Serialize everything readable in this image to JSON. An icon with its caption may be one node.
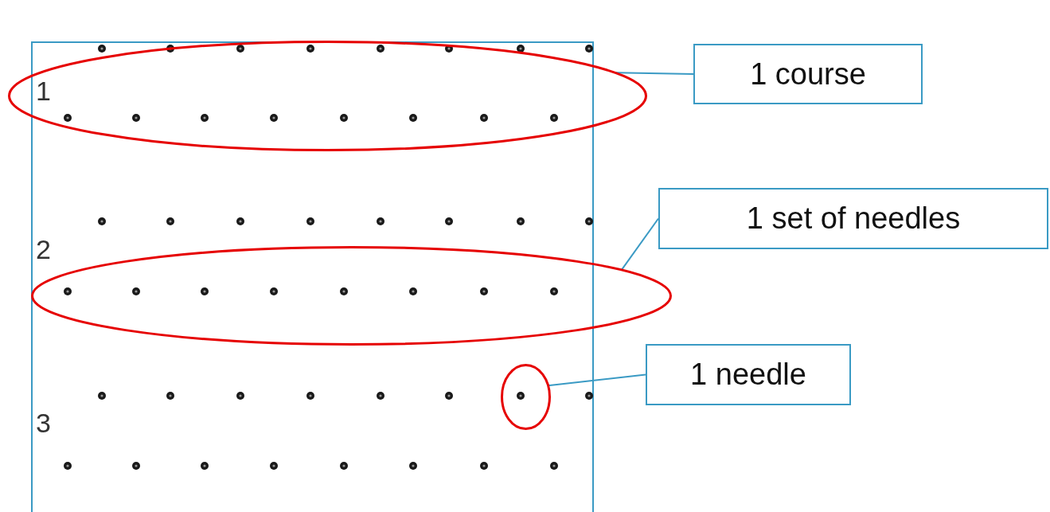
{
  "diagram": {
    "nodes": [
      {
        "text": [
          "1 course"
        ]
      },
      {
        "text": [],
        "shape": "ellipse"
      },
      {
        "text": [
          "1 set of needles"
        ]
      },
      {
        "text": [],
        "shape": "ellipse"
      },
      {
        "text": [
          "1 needle"
        ]
      },
      {
        "text": [],
        "shape": "ellipse"
      }
    ],
    "edges": [
      {
        "from": 0,
        "to": 1,
        "arrow": "none"
      },
      {
        "from": 2,
        "to": 3,
        "arrow": "none"
      },
      {
        "from": 4,
        "to": 5,
        "arrow": "none"
      }
    ],
    "labels": [
      "1",
      "2",
      "3"
    ]
  }
}
